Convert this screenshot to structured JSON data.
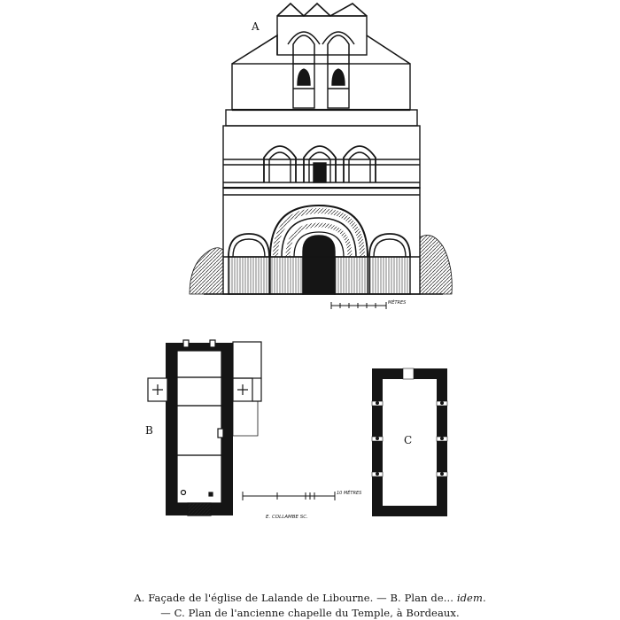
{
  "figure": {
    "labels": {
      "a": "A",
      "b": "B",
      "c": "C"
    },
    "scale_facade": "MÈTRES",
    "scale_plan": "10 MÈTRES",
    "engraver": "E. COLLAMBE SC.",
    "caption": {
      "line1_part1": "A. Façade de l'église de Lalande de Libourne. — B. Plan de...",
      "line1_idem": "idem.",
      "line2": "— C. Plan de l'ancienne chapelle du Temple, à Bordeaux."
    }
  },
  "colors": {
    "ink": "#151515",
    "paper": "#ffffff"
  }
}
